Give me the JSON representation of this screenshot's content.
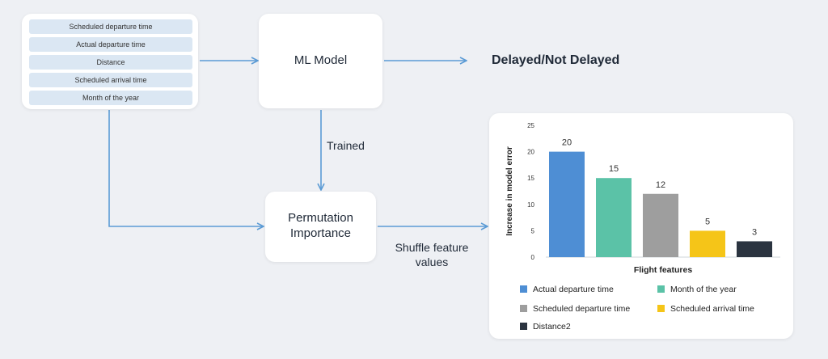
{
  "input_features": {
    "items": [
      "Scheduled departure time",
      "Actual departure time",
      "Distance",
      "Scheduled arrival time",
      "Month of the year"
    ]
  },
  "ml_model": {
    "label": "ML Model"
  },
  "output": {
    "label": "Delayed/Not Delayed"
  },
  "trained_label": "Trained",
  "permutation": {
    "line1": "Permutation",
    "line2": "Importance"
  },
  "shuffle_label": {
    "line1": "Shuffle feature",
    "line2": "values"
  },
  "colors": {
    "arrow": "#5b9bd5",
    "bar_blue": "#4e8ed4",
    "bar_teal": "#5bc2a7",
    "bar_gray": "#9e9e9e",
    "bar_yellow": "#f5c518",
    "bar_dark": "#2b3440"
  },
  "chart_data": {
    "type": "bar",
    "categories": [
      "Actual departure time",
      "Month of the year",
      "Scheduled departure time",
      "Scheduled arrival time",
      "Distance2"
    ],
    "values": [
      20,
      15,
      12,
      5,
      3
    ],
    "data_labels": [
      "20",
      "15",
      "12",
      "5",
      "3"
    ],
    "colors": [
      "#4e8ed4",
      "#5bc2a7",
      "#9e9e9e",
      "#f5c518",
      "#2b3440"
    ],
    "xlabel": "Flight features",
    "ylabel": "Increase in model error",
    "ylim": [
      0,
      25
    ],
    "yticks": [
      0,
      5,
      10,
      15,
      20,
      25
    ],
    "grid": false,
    "legend": {
      "placement": "bottom",
      "items": [
        "Actual departure time",
        "Month of the year",
        "Scheduled departure time",
        "Scheduled arrival time",
        "Distance2"
      ]
    }
  }
}
